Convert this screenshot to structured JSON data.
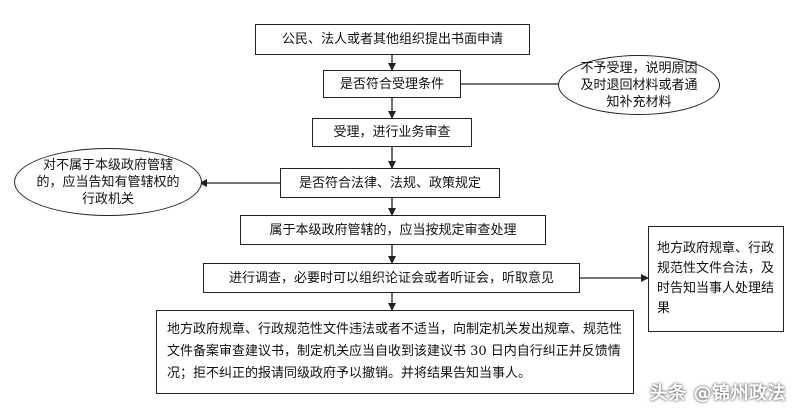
{
  "flow": {
    "step1": "公民、法人或者其他组织提出书面申请",
    "step2": "是否符合受理条件",
    "reject": "不予受理，说明原因及时退回材料或者通知补充材料",
    "step3": "受理，进行业务审查",
    "step4": "是否符合法律、法规、政策规定",
    "transfer": "对不属于本级政府管辖的，应当告知有管辖权的行政机关",
    "step5": "属于本级政府管辖的，应当按规定审查处理",
    "step6": "进行调查，必要时可以组织论证会或者听证会，听取意见",
    "legal": "地方政府规章、行政规范性文件合法，及时告知当事人处理结果",
    "illegal": "地方政府规章、行政规范性文件违法或者不适当，向制定机关发出规章、规范性文件备案审查建议书，制定机关应当自收到该建议书 30 日内自行纠正并反馈情况；拒不纠正的报请同级政府予以撤销。并将结果告知当事人。"
  },
  "watermark": "头条 @锦州政法"
}
